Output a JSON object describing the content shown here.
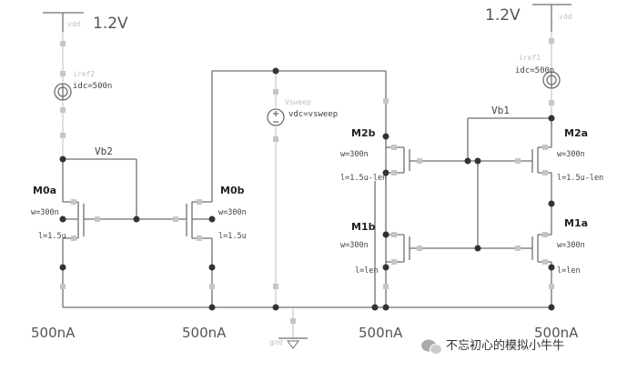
{
  "supplies": {
    "left_vdd_voltage": "1.2V",
    "right_vdd_voltage": "1.2V",
    "vdd_label": "vdd",
    "gnd_label": "gnd"
  },
  "sources": {
    "iref2": {
      "name": "iref2",
      "param": "idc=500n"
    },
    "iref1": {
      "name": "iref1",
      "param": "idc=500n"
    },
    "vsweep": {
      "name": "Vsweep",
      "param": "vdc=vsweep"
    }
  },
  "nets": {
    "vb2": "Vb2",
    "vb1": "Vb1"
  },
  "transistors": {
    "m0a": {
      "name": "M0a",
      "w": "w=300n",
      "l": "l=1.5u"
    },
    "m0b": {
      "name": "M0b",
      "w": "w=300n",
      "l": "l=1.5u"
    },
    "m2b": {
      "name": "M2b",
      "w": "w=300n",
      "l": "l=1.5u-len"
    },
    "m1b": {
      "name": "M1b",
      "w": "w=300n",
      "l": "l=len"
    },
    "m2a": {
      "name": "M2a",
      "w": "w=300n",
      "l": "l=1.5u-len"
    },
    "m1a": {
      "name": "M1a",
      "w": "w=300n",
      "l": "l=len"
    }
  },
  "currents": [
    "500nA",
    "500nA",
    "500nA",
    "500nA"
  ],
  "watermark": {
    "text": "不忘初心的模拟小牛牛",
    "icon": "wechat-icon"
  }
}
